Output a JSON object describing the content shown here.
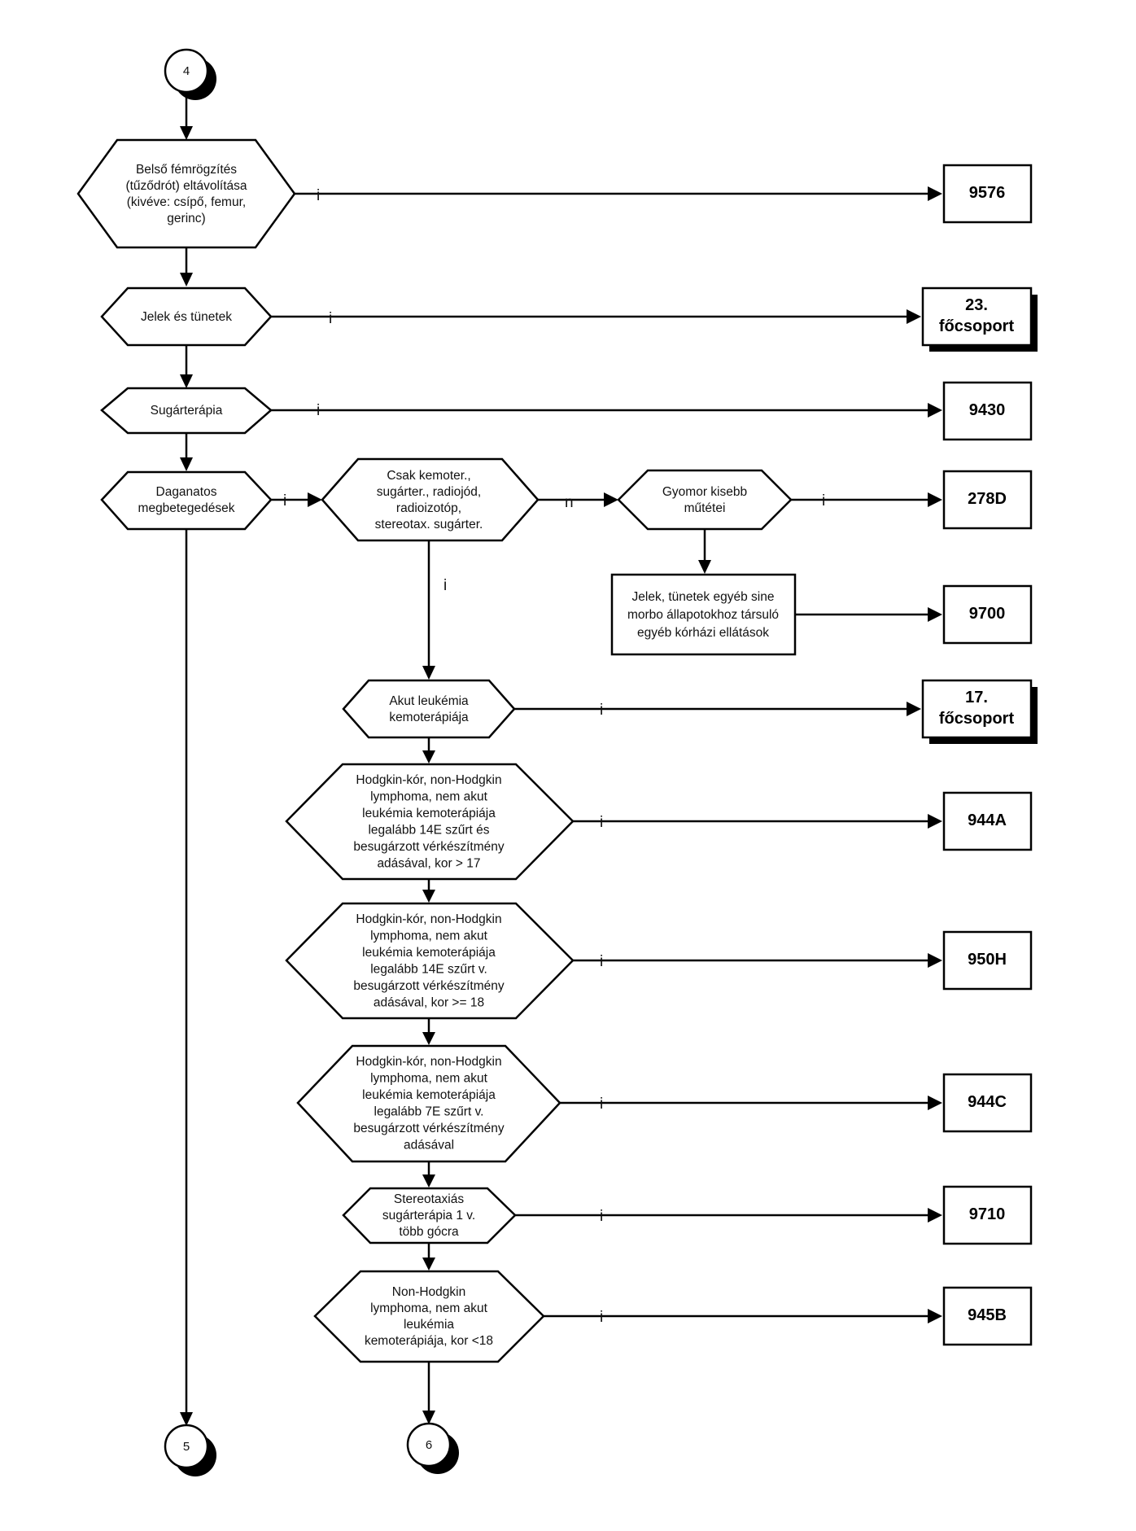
{
  "connectors": {
    "c4": "4",
    "c5": "5",
    "c6": "6"
  },
  "decisions": {
    "belso_femrogzites": [
      "Belső fémrögzítés",
      "(tűződrót) eltávolítása",
      "(kivéve: csípő, femur,",
      "gerinc)"
    ],
    "jelek_tunetek": [
      "Jelek és tünetek"
    ],
    "sugarterapia": [
      "Sugárterápia"
    ],
    "daganatos": [
      "Daganatos",
      "megbetegedések"
    ],
    "csak_kemoter": [
      "Csak kemoter.,",
      "sugárter., radiojód,",
      "radioizotóp,",
      "stereotax. sugárter."
    ],
    "gyomor": [
      "Gyomor kisebb",
      "műtétei"
    ],
    "akut_leukemia": [
      "Akut leukémia",
      "kemoterápiája"
    ],
    "hodgkin_944a": [
      "Hodgkin-kór, non-Hodgkin",
      "lymphoma, nem akut",
      "leukémia kemoterápiája",
      "legalább  14E szűrt és",
      "besugárzott vérkészítmény",
      "adásával, kor > 17"
    ],
    "hodgkin_950h": [
      "Hodgkin-kór, non-Hodgkin",
      "lymphoma, nem akut",
      "leukémia kemoterápiája",
      "legalább 14E szűrt v.",
      "besugárzott vérkészítmény",
      "adásával, kor >= 18"
    ],
    "hodgkin_944c": [
      "Hodgkin-kór, non-Hodgkin",
      "lymphoma, nem akut",
      "leukémia kemoterápiája",
      "legalább 7E szűrt v.",
      "besugárzott vérkészítmény",
      "adásával"
    ],
    "stereotaxias": [
      "Stereotaxiás",
      "sugárterápia 1 v.",
      "több gócra"
    ],
    "non_hodgkin": [
      "Non-Hodgkin",
      "lymphoma, nem akut",
      "leukémia",
      "kemoterápiája, kor <18"
    ]
  },
  "process": {
    "jelek_egyeb": [
      "Jelek, tünetek egyéb sine",
      "morbo állapotokhoz társuló",
      "egyéb kórházi ellátások"
    ]
  },
  "results": {
    "r9576": [
      "9576"
    ],
    "r23": [
      "23.",
      "főcsoport"
    ],
    "r9430": [
      "9430"
    ],
    "r278d": [
      "278D"
    ],
    "r9700": [
      "9700"
    ],
    "r17": [
      "17.",
      "főcsoport"
    ],
    "r944a": [
      "944A"
    ],
    "r950h": [
      "950H"
    ],
    "r944c": [
      "944C"
    ],
    "r9710": [
      "9710"
    ],
    "r945b": [
      "945B"
    ]
  },
  "edge_labels": {
    "yes": "i",
    "no": "n"
  }
}
